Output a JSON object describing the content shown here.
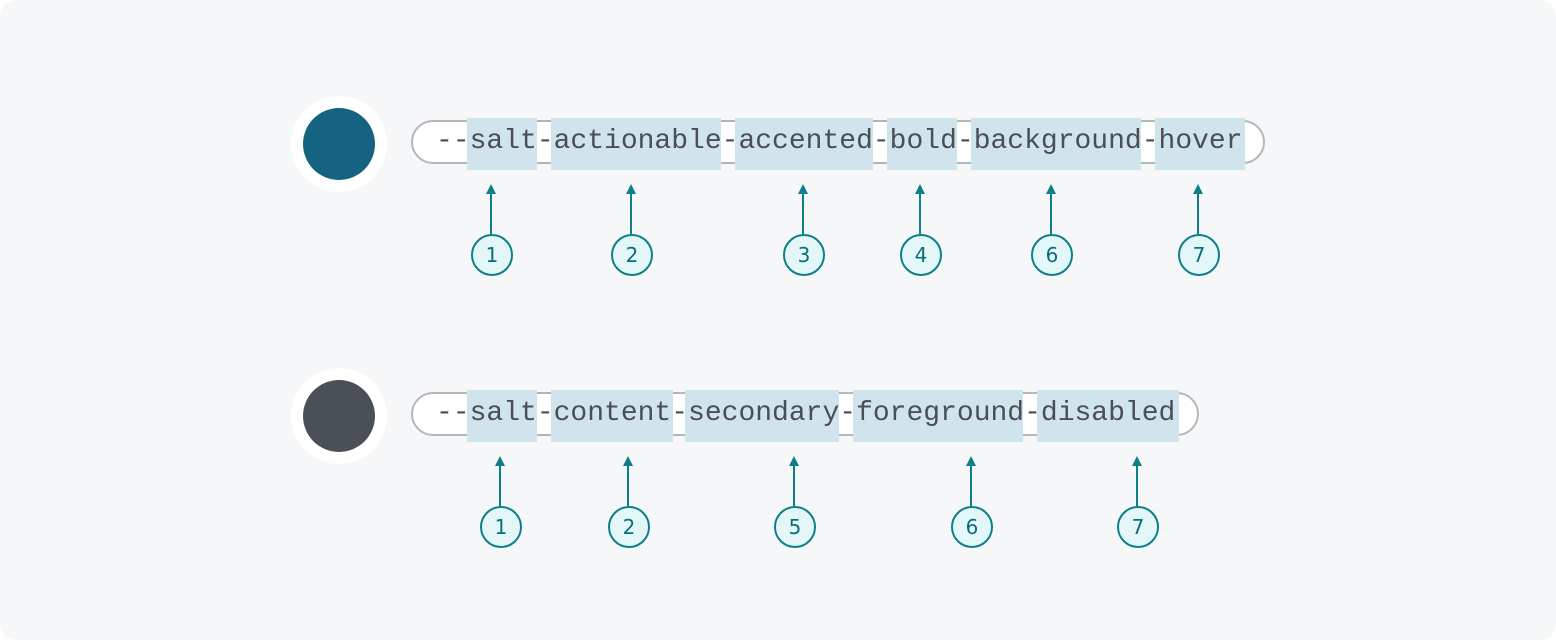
{
  "rows": [
    {
      "swatch_color": "#136381",
      "token": "--salt-actionable-accented-bold-background-hover",
      "segments": [
        "salt",
        "actionable",
        "accented",
        "bold",
        "background",
        "hover"
      ],
      "callouts": [
        "1",
        "2",
        "3",
        "4",
        "6",
        "7"
      ]
    },
    {
      "swatch_color": "#4b5056",
      "token": "--salt-content-secondary-foreground-disabled",
      "segments": [
        "salt",
        "content",
        "secondary",
        "foreground",
        "disabled"
      ],
      "callouts": [
        "1",
        "2",
        "5",
        "6",
        "7"
      ]
    }
  ],
  "colors": {
    "highlight": "#cfe4ec",
    "callout_stroke": "#0e7f88",
    "callout_fill": "#e3f7f9",
    "background": "#f5f7f9"
  }
}
